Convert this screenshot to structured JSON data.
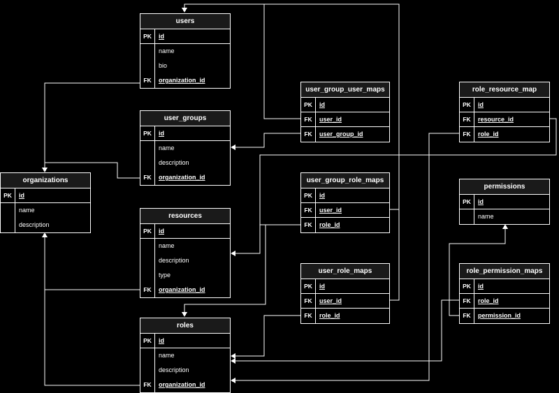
{
  "entities": {
    "users": {
      "title": "users",
      "rows": [
        {
          "key": "PK",
          "name": "id"
        },
        {
          "key": "",
          "name": "name"
        },
        {
          "key": "",
          "name": "bio"
        },
        {
          "key": "FK",
          "name": "organization_id"
        }
      ]
    },
    "user_groups": {
      "title": "user_groups",
      "rows": [
        {
          "key": "PK",
          "name": "id"
        },
        {
          "key": "",
          "name": "name"
        },
        {
          "key": "",
          "name": "description"
        },
        {
          "key": "FK",
          "name": "organization_id"
        }
      ]
    },
    "organizations": {
      "title": "organizations",
      "rows": [
        {
          "key": "PK",
          "name": "id"
        },
        {
          "key": "",
          "name": "name"
        },
        {
          "key": "",
          "name": "description"
        }
      ]
    },
    "resources": {
      "title": "resources",
      "rows": [
        {
          "key": "PK",
          "name": "id"
        },
        {
          "key": "",
          "name": "name"
        },
        {
          "key": "",
          "name": "description"
        },
        {
          "key": "",
          "name": "type"
        },
        {
          "key": "FK",
          "name": "organization_id"
        }
      ]
    },
    "roles": {
      "title": "roles",
      "rows": [
        {
          "key": "PK",
          "name": "id"
        },
        {
          "key": "",
          "name": "name"
        },
        {
          "key": "",
          "name": "description"
        },
        {
          "key": "FK",
          "name": "organization_id"
        }
      ]
    },
    "user_group_user_maps": {
      "title": "user_group_user_maps",
      "rows": [
        {
          "key": "PK",
          "name": "id"
        },
        {
          "key": "FK",
          "name": "user_id"
        },
        {
          "key": "FK",
          "name": "user_group_id"
        }
      ]
    },
    "user_group_role_maps": {
      "title": "user_group_role_maps",
      "rows": [
        {
          "key": "PK",
          "name": "id"
        },
        {
          "key": "FK",
          "name": "user_id"
        },
        {
          "key": "FK",
          "name": "role_id"
        }
      ]
    },
    "user_role_maps": {
      "title": "user_role_maps",
      "rows": [
        {
          "key": "PK",
          "name": "id"
        },
        {
          "key": "FK",
          "name": "user_id"
        },
        {
          "key": "FK",
          "name": "role_id"
        }
      ]
    },
    "role_resource_map": {
      "title": "role_resource_map",
      "rows": [
        {
          "key": "PK",
          "name": "id"
        },
        {
          "key": "FK",
          "name": "resource_id"
        },
        {
          "key": "FK",
          "name": "role_id"
        }
      ]
    },
    "permissions": {
      "title": "permissions",
      "rows": [
        {
          "key": "PK",
          "name": "id"
        },
        {
          "key": "",
          "name": "name"
        }
      ]
    },
    "role_permission_maps": {
      "title": "role_permission_maps",
      "rows": [
        {
          "key": "PK",
          "name": "id"
        },
        {
          "key": "FK",
          "name": "role_id"
        },
        {
          "key": "FK",
          "name": "permission_id"
        }
      ]
    }
  },
  "colors": {
    "background": "#000000",
    "line": "#ffffff",
    "header_fill": "#1a1a1a",
    "text": "#ffffff"
  }
}
